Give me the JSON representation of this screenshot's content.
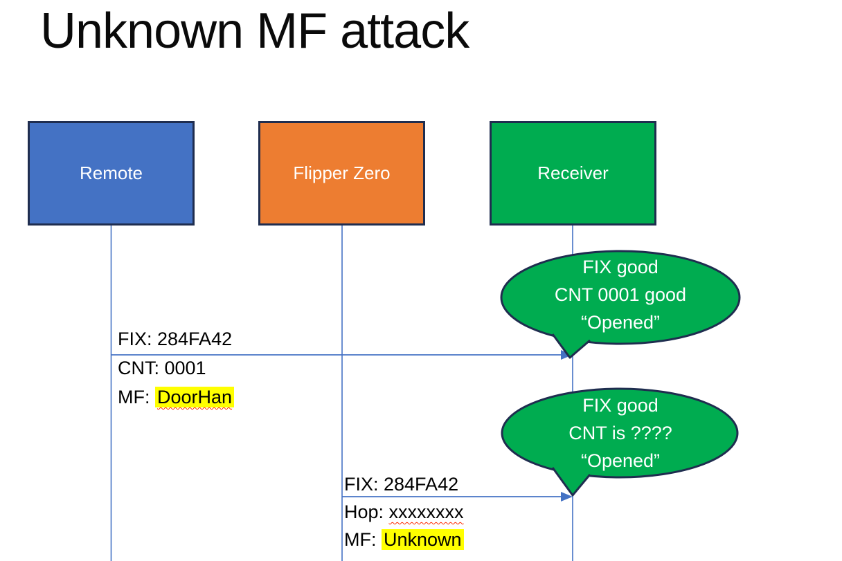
{
  "title": "Unknown MF attack",
  "actors": [
    {
      "label": "Remote",
      "fill": "#4472C4"
    },
    {
      "label": "Flipper Zero",
      "fill": "#ED7D31"
    },
    {
      "label": "Receiver",
      "fill": "#00AC50"
    }
  ],
  "messages": [
    {
      "from": "Remote",
      "to": "Receiver",
      "above_line": "FIX: 284FA42",
      "below_line1": "CNT: 0001",
      "below_line2_prefix": "MF: ",
      "below_line2_highlighted": "DoorHan"
    },
    {
      "from": "Flipper Zero",
      "to": "Receiver",
      "above_line": "FIX: 284FA42",
      "below_line1_prefix": "Hop: ",
      "below_line1_underlined": "xxxxxxxx",
      "below_line2_prefix": "MF: ",
      "below_line2_highlighted": "Unknown"
    }
  ],
  "callouts": [
    {
      "attached_to": "Receiver",
      "lines": [
        "FIX good",
        "CNT 0001 good",
        "“Opened”"
      ]
    },
    {
      "attached_to": "Receiver",
      "lines": [
        "FIX good",
        "CNT is ????",
        "“Opened”"
      ]
    }
  ],
  "colors": {
    "remote_fill": "#4472C4",
    "flipper_fill": "#ED7D31",
    "receiver_fill": "#00AC50",
    "callout_fill": "#00AC50",
    "outline_navy": "#1F2D4F",
    "connector_blue": "#4472C4",
    "highlight_yellow": "#FFFF00",
    "spellcheck_red": "#FF2A00",
    "actor_text": "#FFFFFF",
    "body_text": "#000000"
  }
}
